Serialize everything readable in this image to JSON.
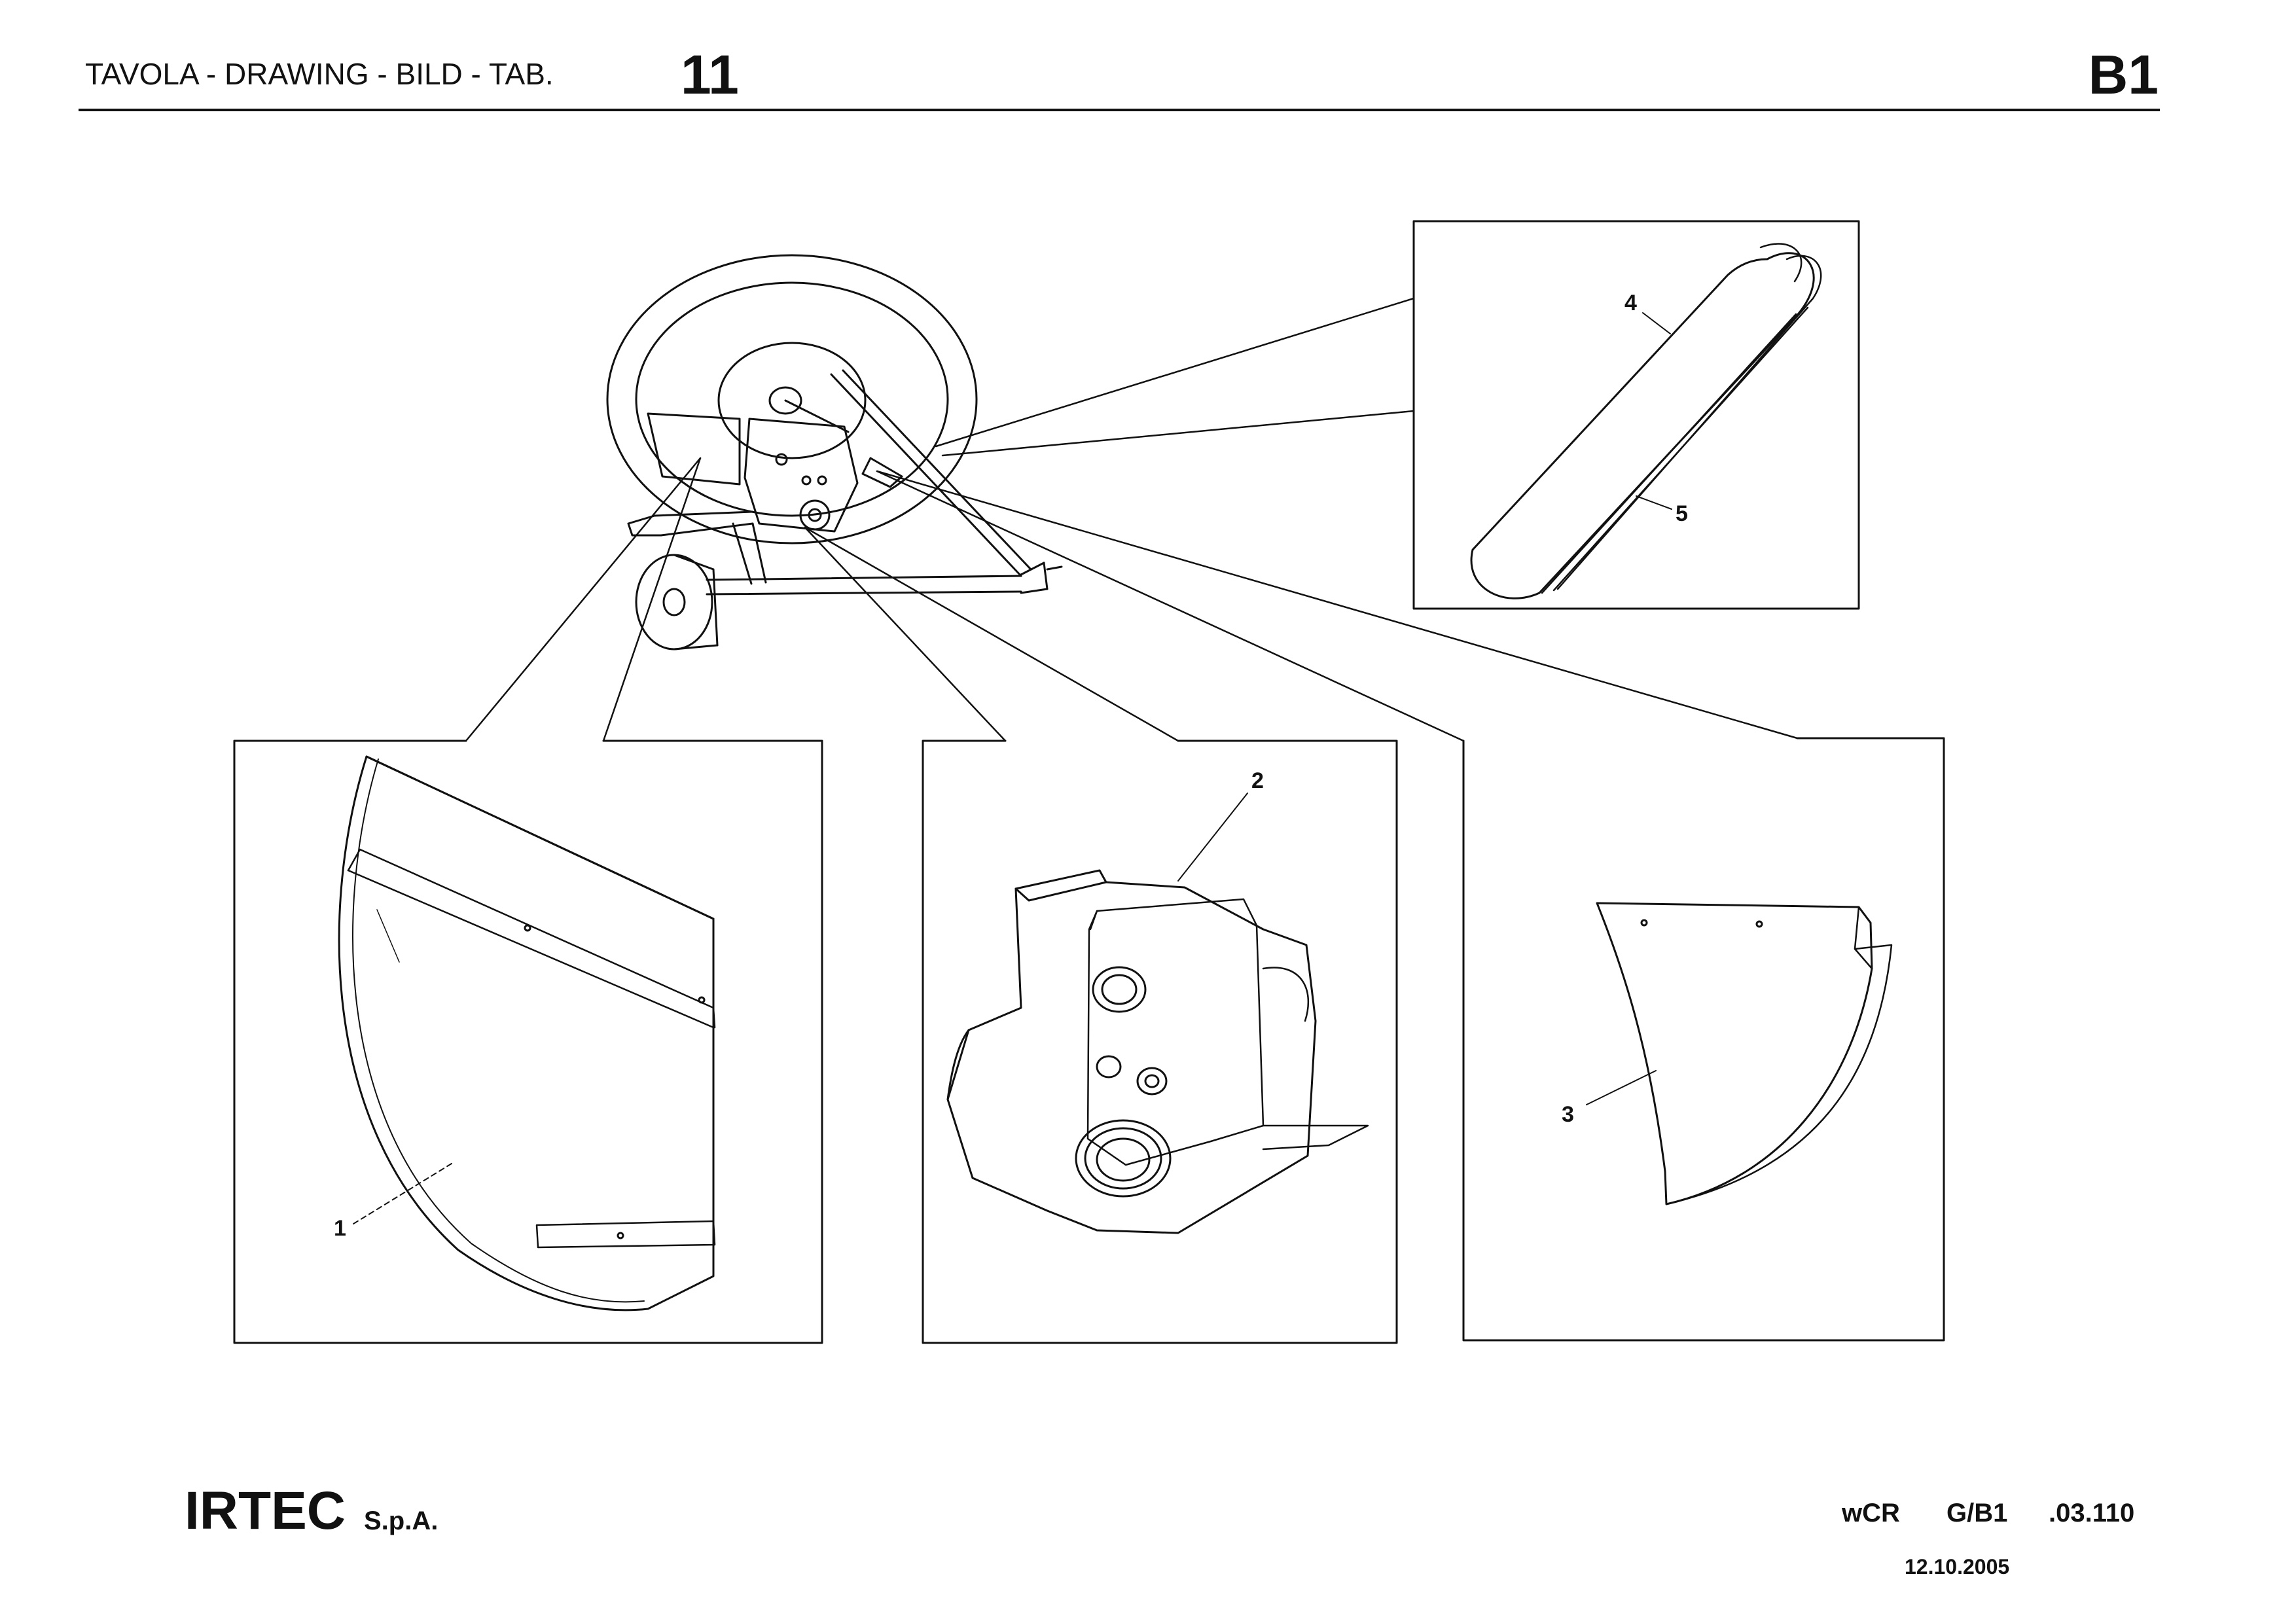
{
  "header": {
    "label": "TAVOLA - DRAWING - BILD - TAB.",
    "number": "11",
    "group": "B1"
  },
  "callouts": [
    "1",
    "2",
    "3",
    "4",
    "5"
  ],
  "footer": {
    "brand": "IRTEC",
    "brand_suffix": "S.p.A.",
    "code_model": "wCR",
    "code_group": "G/B1",
    "code_number": ".03.110",
    "date": "12.10.2005"
  }
}
